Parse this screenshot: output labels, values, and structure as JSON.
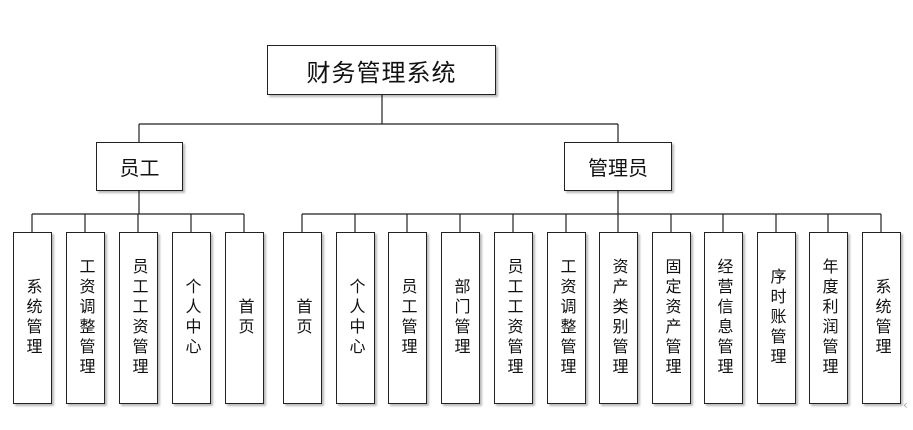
{
  "root": {
    "label": "财务管理系统"
  },
  "branches": [
    {
      "label": "员工",
      "children": [
        "系统管理",
        "工资调整管理",
        "员工工资管理",
        "个人中心",
        "首页"
      ]
    },
    {
      "label": "管理员",
      "children": [
        "首页",
        "个人中心",
        "员工管理",
        "部门管理",
        "员工工资管理",
        "工资调整管理",
        "资产类别管理",
        "固定资产管理",
        "经营信息管理",
        "序时账管理",
        "年度利润管理",
        "系统管理"
      ]
    }
  ],
  "colors": {
    "line": "#222222",
    "box_border": "#222222",
    "background": "#ffffff"
  },
  "decoration": {
    "corner_icon": "scroll-handle-icon"
  }
}
